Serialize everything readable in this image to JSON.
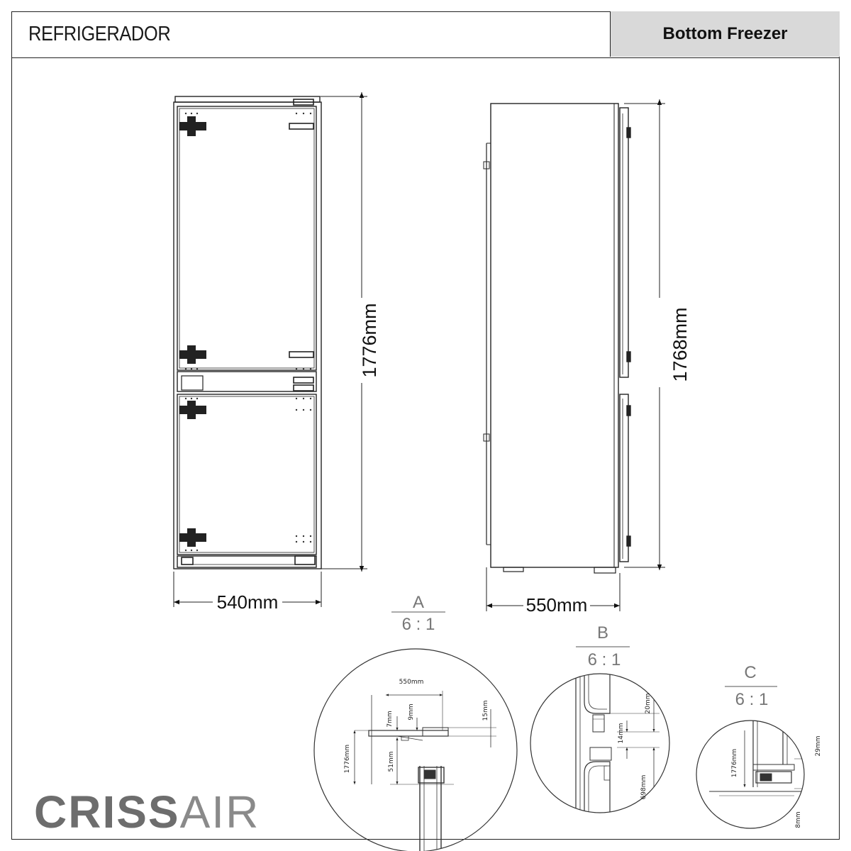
{
  "header": {
    "title": "REFRIGERADOR",
    "category": "Bottom Freezer"
  },
  "front_view": {
    "height_label": "1776mm",
    "width_label": "540mm"
  },
  "side_view": {
    "height_label": "1768mm",
    "depth_label": "550mm"
  },
  "detail_a": {
    "label": "A",
    "scale": "6 : 1",
    "dims": {
      "depth": "550mm",
      "d7": "7mm",
      "d9": "9mm",
      "d15": "15mm",
      "d1776": "1776mm",
      "d51": "51mm"
    }
  },
  "detail_b": {
    "label": "B",
    "scale": "6 : 1",
    "dims": {
      "d20": "20mm",
      "d14": "14mm",
      "d698": "698mm"
    }
  },
  "detail_c": {
    "label": "C",
    "scale": "6 : 1",
    "dims": {
      "d1776": "1776mm",
      "d29": "29mm",
      "d8": "8mm"
    }
  },
  "brand": {
    "part1": "CRISS",
    "part2": "AIR"
  }
}
